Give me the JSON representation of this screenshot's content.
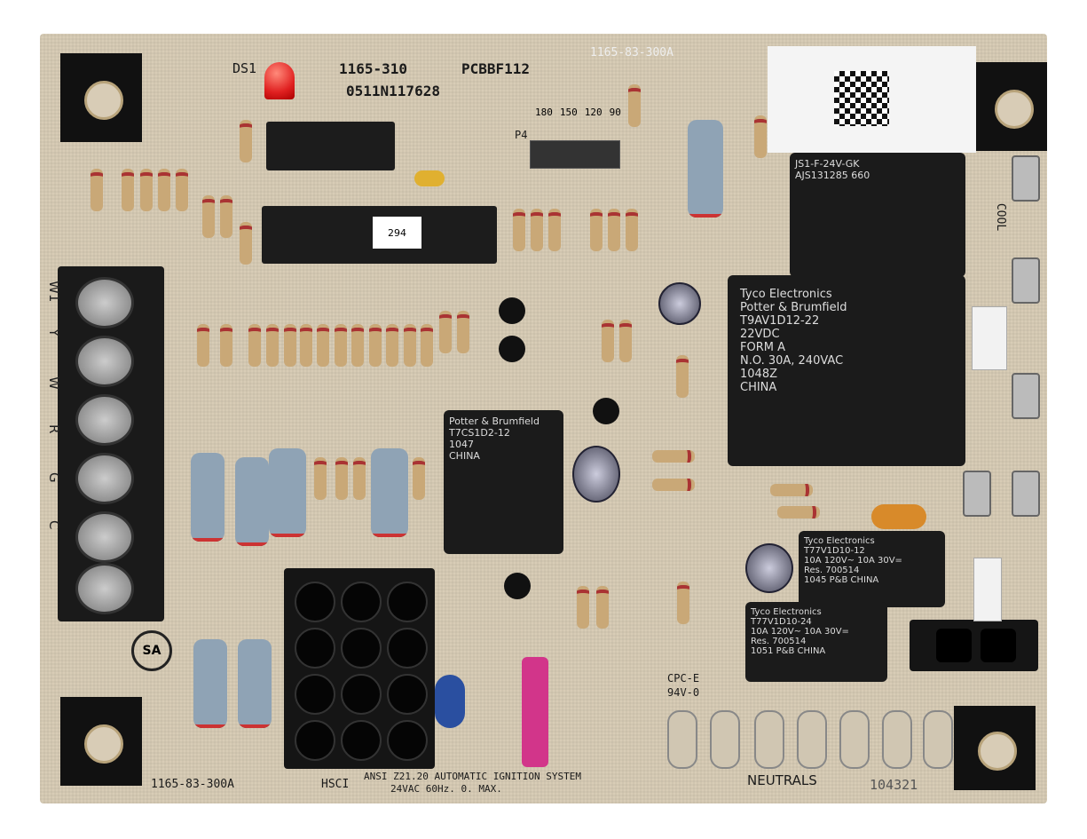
{
  "board": {
    "part_number": "1165-310",
    "model": "PCBBF112",
    "serial": "0511N117628",
    "pcb_code_top": "1165-83-300A",
    "pcb_code_bottom": "1165-83-300A",
    "chip_label": "294",
    "led_label": "DS1",
    "jumper_label": "P4",
    "timer_options": [
      "180",
      "150",
      "120",
      "90"
    ],
    "terminal_labels": [
      "W1",
      "Y",
      "W",
      "R",
      "G",
      "C"
    ],
    "spade_labels": [
      "COOL"
    ],
    "connector_label": "HSCI",
    "standard_line1": "ANSI Z21.20 AUTOMATIC IGNITION SYSTEM",
    "standard_line2": "24VAC 60Hz. 0.  MAX.",
    "material_line1": "CPC-E",
    "material_line2": "94V-0",
    "neutrals_label": "NEUTRALS",
    "stamp": "104321",
    "cert_mark": "SA"
  },
  "relays": {
    "main": {
      "brand": "Tyco Electronics",
      "sub": "Potter & Brumfield",
      "model": "T9AV1D12-22",
      "rating": "N.O. 30A, 240VAC",
      "coil": "22VDC",
      "form": "FORM A",
      "date": "1048Z",
      "origin": "CHINA"
    },
    "top": {
      "model": "JS1-F-24V-GK",
      "code": "AJS131285 660"
    },
    "small": {
      "model": "T7CS1D2-12",
      "date": "1047",
      "origin": "CHINA",
      "brand": "Potter & Brumfield"
    },
    "k1": {
      "brand": "Tyco Electronics",
      "model": "T77V1D10-12",
      "rating": "10A 120V~ 10A 30V=",
      "res": "Res. 700514",
      "date": "1045 P&B CHINA"
    },
    "k2": {
      "brand": "Tyco Electronics",
      "model": "T77V1D10-24",
      "rating": "10A 120V~ 10A 30V=",
      "res": "Res. 700514",
      "date": "1051 P&B CHINA"
    }
  },
  "colors": {
    "board": "#d8ccb6",
    "fuse": "#d2358a",
    "led": "#e02020"
  }
}
